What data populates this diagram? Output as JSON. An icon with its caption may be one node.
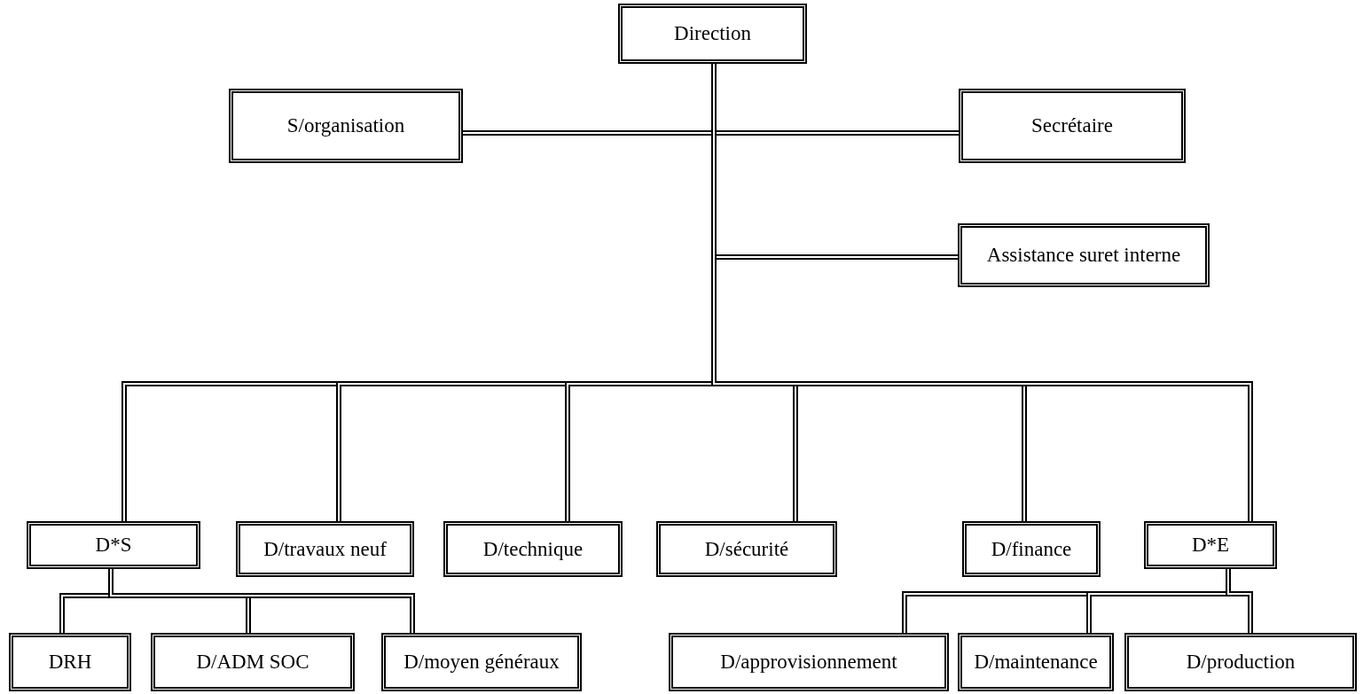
{
  "diagram": {
    "nodes": [
      {
        "text": [
          "Direction"
        ]
      },
      {
        "text": [
          "S/organisation"
        ]
      },
      {
        "text": [
          "Secrétaire"
        ]
      },
      {
        "text": [
          "Assistance suret interne"
        ]
      },
      {
        "text": [
          "D*S"
        ]
      },
      {
        "text": [
          "D/travaux neuf"
        ]
      },
      {
        "text": [
          "D/technique"
        ]
      },
      {
        "text": [
          "D/sécurité"
        ]
      },
      {
        "text": [
          "D/finance"
        ]
      },
      {
        "text": [
          "D*E"
        ]
      },
      {
        "text": [
          "DRH"
        ]
      },
      {
        "text": [
          "D/ADM SOC"
        ]
      },
      {
        "text": [
          "D/moyen généraux"
        ]
      },
      {
        "text": [
          "D/approvisionnement"
        ]
      },
      {
        "text": [
          "D/maintenance"
        ]
      },
      {
        "text": [
          "D/production"
        ]
      }
    ],
    "edges": [
      {
        "from": 0,
        "to": 1,
        "arrow": "none"
      },
      {
        "from": 0,
        "to": 2,
        "arrow": "none"
      },
      {
        "from": 0,
        "to": 3,
        "arrow": "none"
      },
      {
        "from": 0,
        "to": 4,
        "arrow": "none"
      },
      {
        "from": 0,
        "to": 5,
        "arrow": "none"
      },
      {
        "from": 0,
        "to": 6,
        "arrow": "none"
      },
      {
        "from": 0,
        "to": 7,
        "arrow": "none"
      },
      {
        "from": 0,
        "to": 8,
        "arrow": "none"
      },
      {
        "from": 0,
        "to": 9,
        "arrow": "none"
      },
      {
        "from": 4,
        "to": 10,
        "arrow": "none"
      },
      {
        "from": 4,
        "to": 11,
        "arrow": "none"
      },
      {
        "from": 4,
        "to": 12,
        "arrow": "none"
      },
      {
        "from": 9,
        "to": 13,
        "arrow": "none"
      },
      {
        "from": 9,
        "to": 14,
        "arrow": "none"
      },
      {
        "from": 9,
        "to": 15,
        "arrow": "none"
      }
    ]
  }
}
